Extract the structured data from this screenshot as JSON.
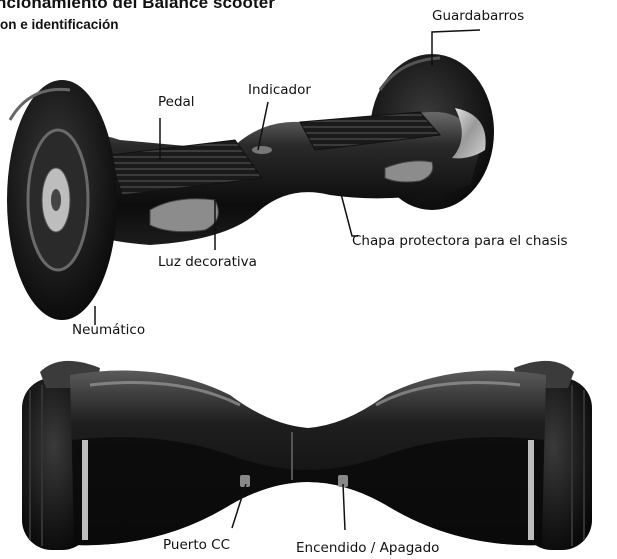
{
  "header": {
    "title": "ncionamiento del Balance scooter",
    "subtitle": "on e identificación"
  },
  "labels": {
    "guardabarros": "Guardabarros",
    "pedal": "Pedal",
    "indicador": "Indicador",
    "chapa": "Chapa protectora para el chasis",
    "luz": "Luz decorativa",
    "neumatico": "Neumático",
    "puerto": "Puerto CC",
    "encendido": "Encendido / Apagado"
  }
}
